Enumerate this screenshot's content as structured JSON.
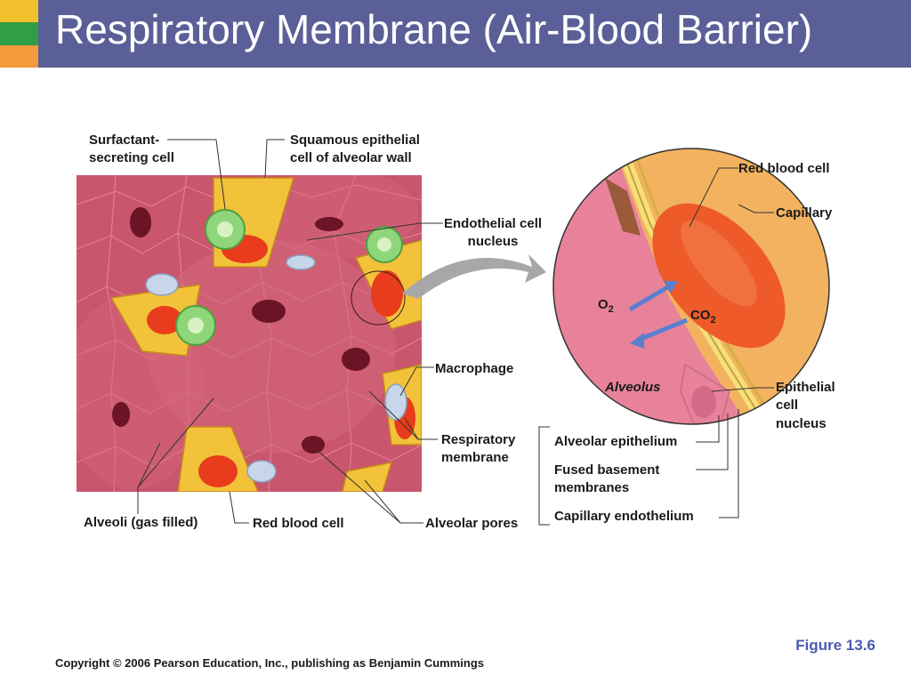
{
  "slide": {
    "title": "Respiratory Membrane (Air-Blood Barrier)",
    "figure": "Figure 13.6",
    "copyright": "Copyright © 2006 Pearson Education, Inc., publishing as Benjamin Cummings"
  },
  "labels": {
    "surfactant_1": "Surfactant-",
    "surfactant_2": "secreting cell",
    "squamous_1": "Squamous epithelial",
    "squamous_2": "cell of alveolar wall",
    "endothelial_1": "Endothelial cell",
    "endothelial_2": "nucleus",
    "macrophage": "Macrophage",
    "resp_membrane_1": "Respiratory",
    "resp_membrane_2": "membrane",
    "alveoli": "Alveoli (gas filled)",
    "rbc_bottom": "Red blood cell",
    "alveolar_pores": "Alveolar pores",
    "rbc_top": "Red blood cell",
    "capillary": "Capillary",
    "o2": "O",
    "o2_sub": "2",
    "co2": "CO",
    "co2_sub": "2",
    "alveolus": "Alveolus",
    "epithelial_nucleus_1": "Epithelial",
    "epithelial_nucleus_2": "cell",
    "epithelial_nucleus_3": "nucleus",
    "alveolar_epithelium": "Alveolar epithelium",
    "fused_basement_1": "Fused basement",
    "fused_basement_2": "membranes",
    "capillary_endothelium": "Capillary endothelium"
  },
  "colors": {
    "title_bar": "#5b5f97",
    "tissue": "#c9566c",
    "capillary": "#f2b260",
    "rbc": "#ee5a2a",
    "arrow": "#5a7fd0",
    "figure_label": "#4a5bb0"
  }
}
